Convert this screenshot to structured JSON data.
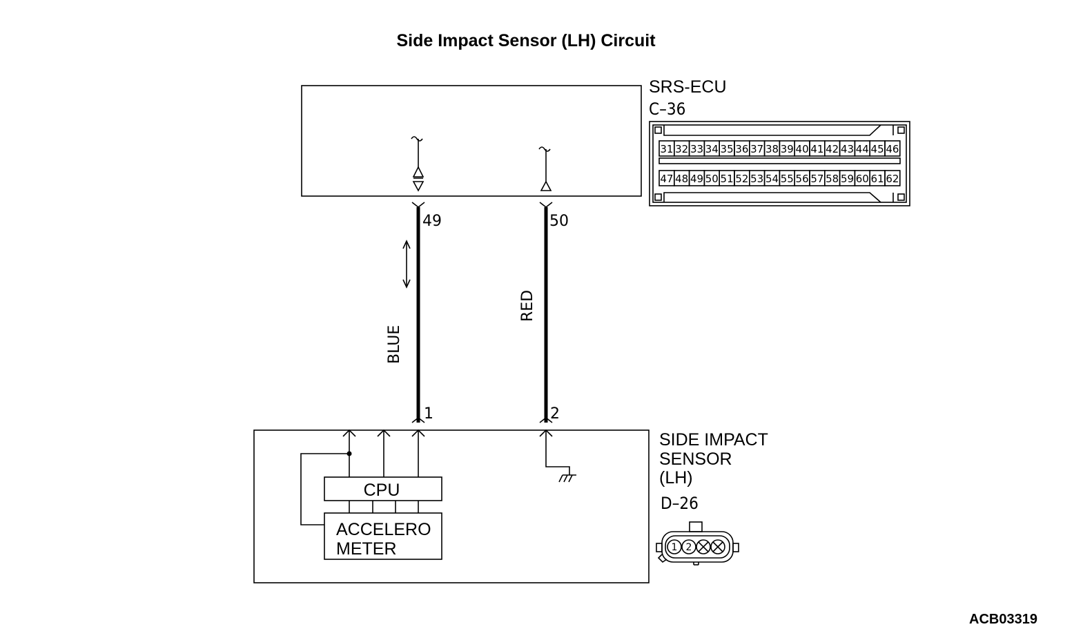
{
  "diagram": {
    "title": "Side Impact Sensor (LH) Circuit",
    "figure_id": "ACB03319",
    "ecu": {
      "name": "SRS-ECU",
      "connector_id": "C–36",
      "pins_row1": [
        "31",
        "32",
        "33",
        "34",
        "35",
        "36",
        "37",
        "38",
        "39",
        "40",
        "41",
        "42",
        "43",
        "44",
        "45",
        "46"
      ],
      "pins_row2": [
        "47",
        "48",
        "49",
        "50",
        "51",
        "52",
        "53",
        "54",
        "55",
        "56",
        "57",
        "58",
        "59",
        "60",
        "61",
        "62"
      ]
    },
    "sensor": {
      "name_line1": "SIDE IMPACT",
      "name_line2": "SENSOR",
      "name_line3": "(LH)",
      "connector_id": "D–26",
      "cpu_label": "CPU",
      "accel_line1": "ACCELERO",
      "accel_line2": "METER",
      "connector_pins": [
        "1",
        "2"
      ]
    },
    "wires": [
      {
        "ecu_pin": "49",
        "sensor_pin": "1",
        "color": "BLUE"
      },
      {
        "ecu_pin": "50",
        "sensor_pin": "2",
        "color": "RED"
      }
    ]
  }
}
